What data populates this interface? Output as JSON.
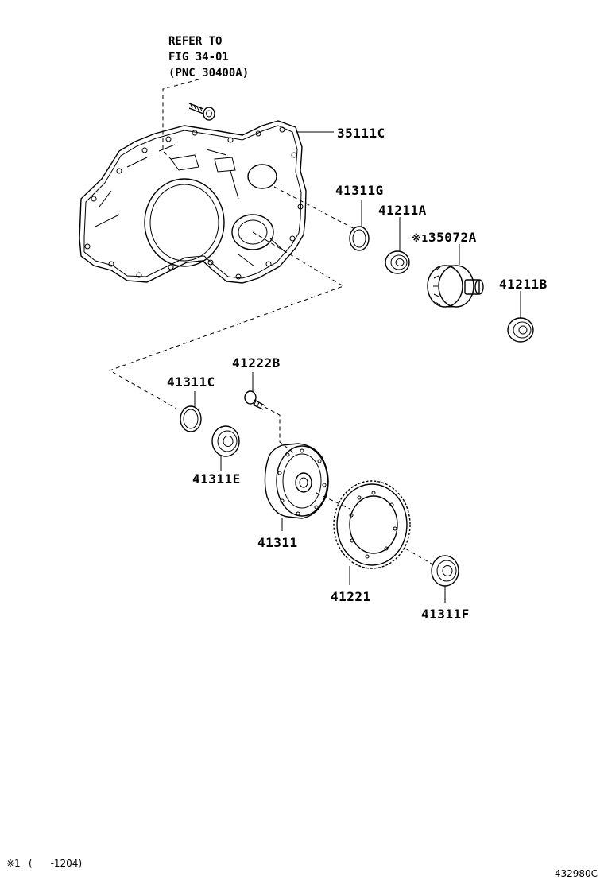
{
  "reference": {
    "line1": "REFER TO",
    "line2": "FIG 34-01",
    "line3": "(PNC 30400A)"
  },
  "callouts": {
    "housing": "35111C",
    "seal_upper": "41311G",
    "bearing_a": "41211A",
    "gear_shaft": "35072A",
    "gear_shaft_mark": "※1",
    "bearing_b": "41211B",
    "bolt": "41222B",
    "seal_c": "41311C",
    "bearing_e": "41311E",
    "case": "41311",
    "ring_gear": "41221",
    "bearing_f": "41311F"
  },
  "footnote": {
    "mark": "※1",
    "text": "(      -1204)"
  },
  "figure_id": "432980C",
  "colors": {
    "ink": "#000000",
    "paper": "#ffffff"
  }
}
